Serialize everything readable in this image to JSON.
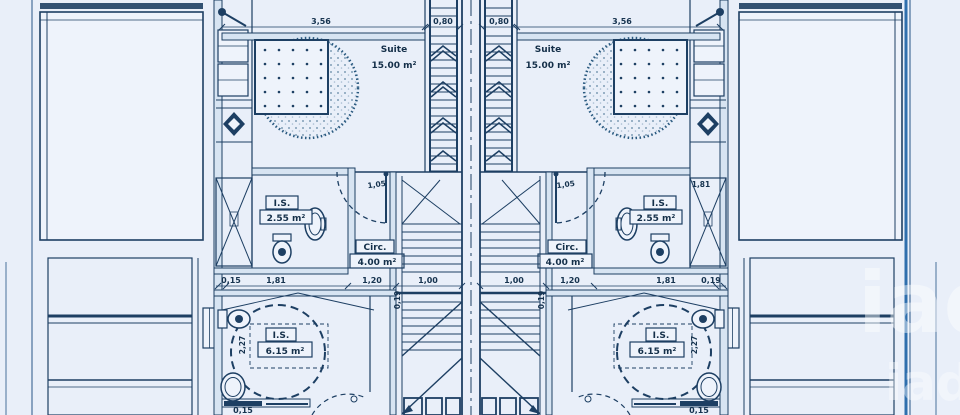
{
  "plan": {
    "rooms": {
      "suite": {
        "name": "Suite",
        "area": "15.00 m²"
      },
      "bathroom_upper": {
        "name": "I.S.",
        "area": "2.55 m²"
      },
      "circulation": {
        "name": "Circ.",
        "area": "4.00 m²"
      },
      "bathroom_lower": {
        "name": "I.S.",
        "area": "6.15 m²"
      }
    },
    "dimensions": {
      "suite_width": "3,56",
      "shaft_width": "0,80",
      "door_width": "1,05",
      "closet_width": "1,81",
      "row": [
        "0,15",
        "1,81",
        "1,20",
        "1,00",
        "1,00",
        "1,20",
        "1,81",
        "0,19"
      ],
      "wall_offset": "0,19",
      "bath_depth": "2,27",
      "bottom_wall": "0,15"
    },
    "watermark": "iad",
    "colors": {
      "background": "#e9eff9",
      "line": "#1d3f63",
      "edge_accent": "#2f6fad"
    }
  }
}
